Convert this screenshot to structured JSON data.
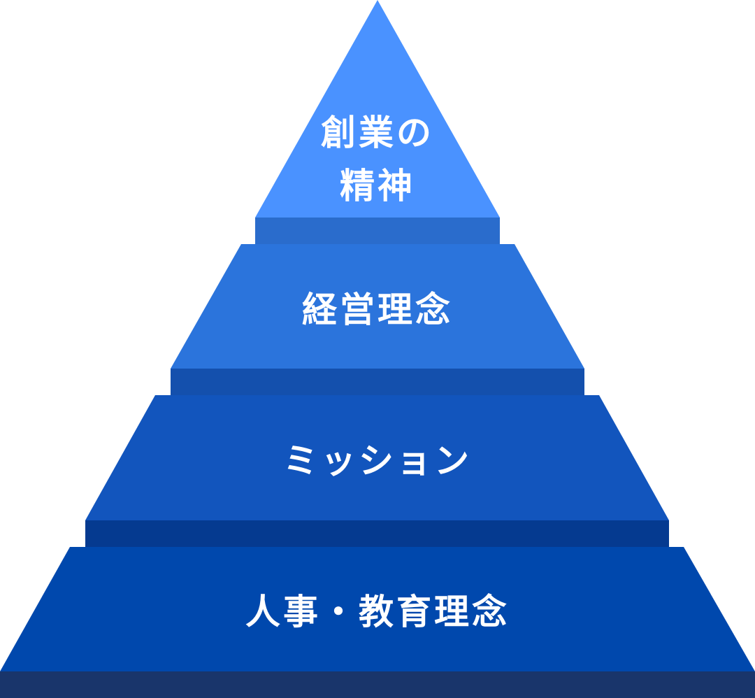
{
  "tiers": [
    {
      "lines": [
        "創業の",
        "精神"
      ],
      "face_color": "#4a92ff",
      "band_color": "#2a6ccc"
    },
    {
      "lines": [
        "経営理念"
      ],
      "face_color": "#2b74dc",
      "band_color": "#1450ad"
    },
    {
      "lines": [
        "ミッション"
      ],
      "face_color": "#1255bd",
      "band_color": "#053a90"
    },
    {
      "lines": [
        "人事・教育理念"
      ],
      "face_color": "#0048ad",
      "band_color": "#19356b"
    }
  ]
}
